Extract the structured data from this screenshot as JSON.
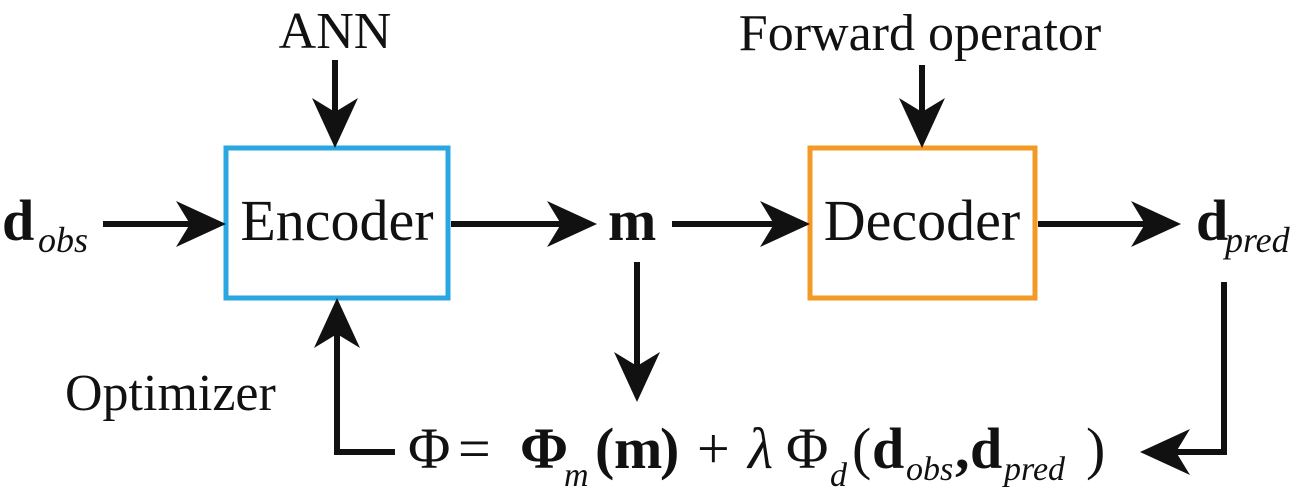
{
  "nodes": {
    "encoder": {
      "label": "Encoder",
      "border_color": "#2aa6e0"
    },
    "decoder": {
      "label": "Decoder",
      "border_color": "#f39a26"
    }
  },
  "labels": {
    "ann": "ANN",
    "forward_operator": "Forward operator",
    "optimizer": "Optimizer"
  },
  "variables": {
    "d": "d",
    "obs": "obs",
    "pred": "pred",
    "m": "m"
  },
  "objective": {
    "phi": "Φ",
    "equals": "=",
    "plus": "+",
    "lambda": "λ",
    "sub_m": "m",
    "sub_d": "d",
    "open_paren": "(",
    "close_paren": ")",
    "comma": ","
  }
}
